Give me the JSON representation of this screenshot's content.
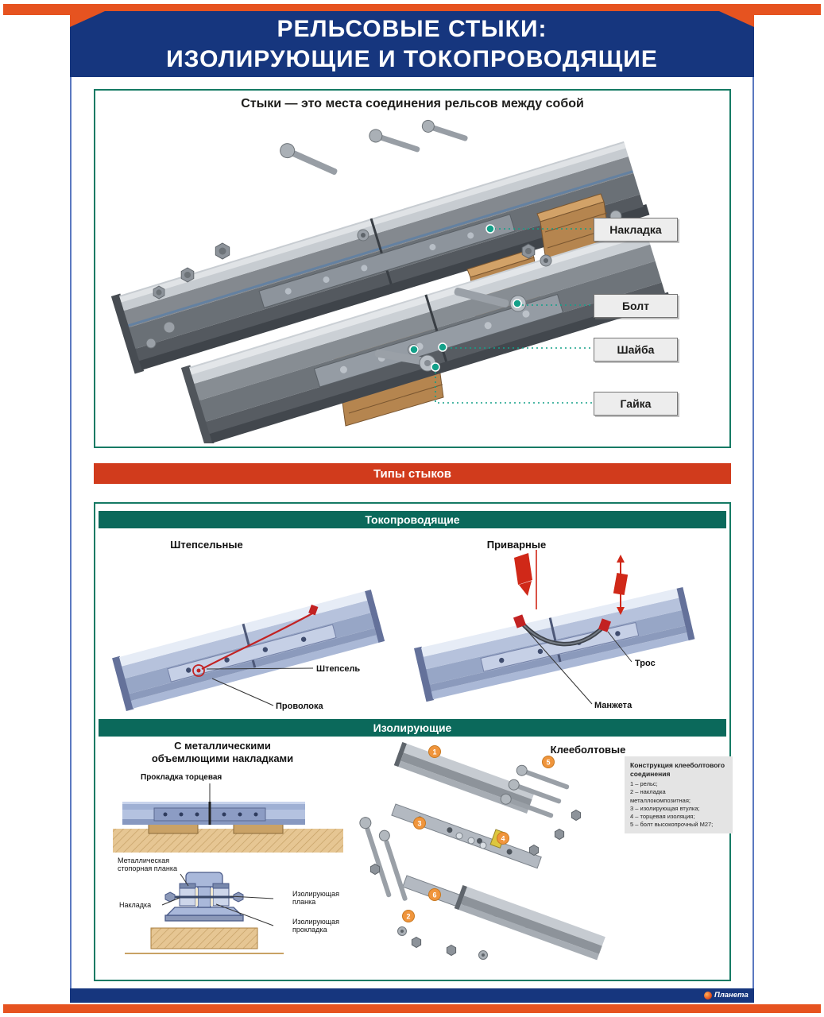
{
  "colors": {
    "accent_orange": "#e65320",
    "header_blue": "#16367e",
    "teal_border": "#157a64",
    "teal_bar": "#0b695b",
    "banner_red": "#d13b1c",
    "marker_teal": "#13a089",
    "callout_orange": "#f0953c"
  },
  "header": {
    "line1": "РЕЛЬСОВЫЕ СТЫКИ:",
    "line2": "ИЗОЛИРУЮЩИЕ И ТОКОПРОВОДЯЩИЕ"
  },
  "intro": {
    "caption": "Стыки — это места соединения рельсов между собой",
    "callouts": [
      "Накладка",
      "Болт",
      "Шайба",
      "Гайка"
    ]
  },
  "types_banner": "Типы стыков",
  "conducting": {
    "header": "Токопроводящие",
    "plug": {
      "title": "Штепсельные",
      "label_plug": "Штепсель",
      "label_wire": "Проволока"
    },
    "welded": {
      "title": "Приварные",
      "label_cable": "Трос",
      "label_cuff": "Манжета"
    }
  },
  "insulating": {
    "header": "Изолирующие",
    "metal": {
      "title_line1": "С металлическими",
      "title_line2": "объемлющими накладками",
      "label_end_gasket": "Прокладка торцевая",
      "label_stop_plate": "Металлическая стопорная планка",
      "label_fishplate": "Накладка",
      "label_ins_plate": "Изолирующая планка",
      "label_ins_gasket": "Изолирующая прокладка"
    },
    "glued": {
      "title": "Клееболтовые",
      "legend_title": "Конструкция клееболтового соединения",
      "legend_items": [
        "1 – рельс;",
        "2 – накладка металлокомпозитная;",
        "3 – изолирующая втулка;",
        "4 – торцевая изоляция;",
        "5 – болт высокопрочный М27;"
      ],
      "callouts": [
        "1",
        "2",
        "3",
        "4",
        "5",
        "6"
      ]
    }
  },
  "footer": {
    "logo": "Планета"
  }
}
